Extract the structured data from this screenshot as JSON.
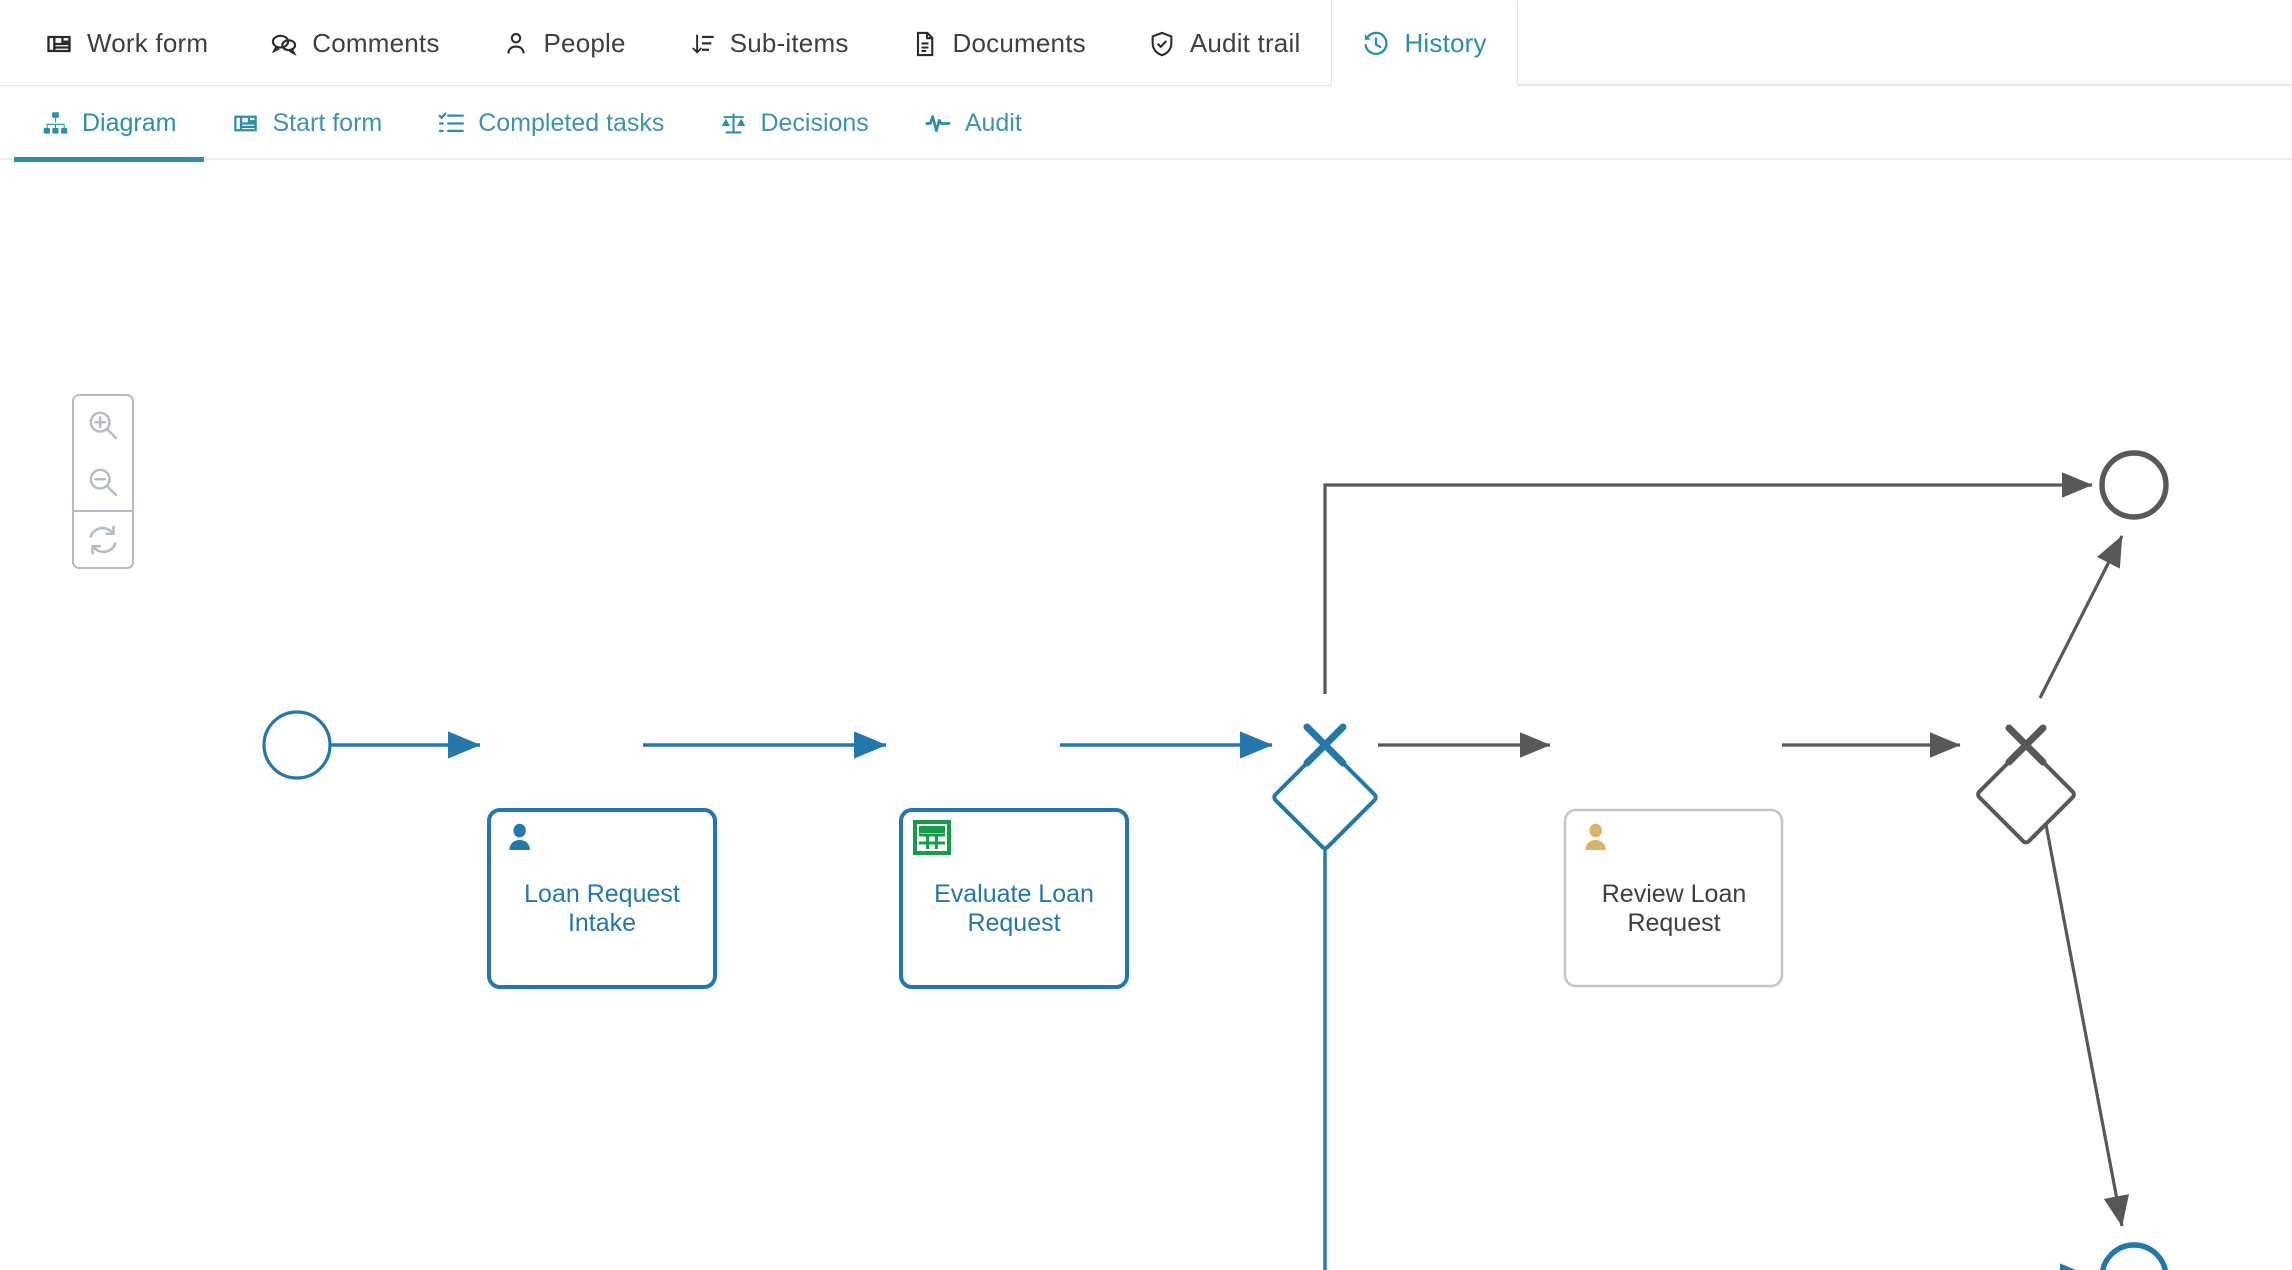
{
  "primary_tabs": [
    {
      "label": "Work form",
      "icon": "work-form-icon",
      "active": false
    },
    {
      "label": "Comments",
      "icon": "comments-icon",
      "active": false
    },
    {
      "label": "People",
      "icon": "people-icon",
      "active": false
    },
    {
      "label": "Sub-items",
      "icon": "sub-items-icon",
      "active": false
    },
    {
      "label": "Documents",
      "icon": "documents-icon",
      "active": false
    },
    {
      "label": "Audit trail",
      "icon": "shield-check-icon",
      "active": false
    },
    {
      "label": "History",
      "icon": "history-clock-icon",
      "active": true
    }
  ],
  "secondary_tabs": [
    {
      "label": "Diagram",
      "icon": "sitemap-icon",
      "active": true
    },
    {
      "label": "Start form",
      "icon": "form-icon",
      "active": false
    },
    {
      "label": "Completed tasks",
      "icon": "checklist-icon",
      "active": false
    },
    {
      "label": "Decisions",
      "icon": "scales-icon",
      "active": false
    },
    {
      "label": "Audit",
      "icon": "pulse-icon",
      "active": false
    }
  ],
  "canvas": {
    "zoom_controls": [
      {
        "name": "zoom-in-button",
        "icon": "magnifier-plus-icon"
      },
      {
        "name": "zoom-out-button",
        "icon": "magnifier-minus-icon"
      },
      {
        "name": "reset-view-button",
        "icon": "refresh-icon"
      }
    ]
  },
  "colors": {
    "accent_teal": "#2a8fa8",
    "active_blue": "#2277ad",
    "idle_gray": "#585858",
    "idle_border": "#c6c6c6",
    "rule_green": "#159c4a",
    "idle_user_tan": "#d9b464"
  },
  "diagram": {
    "type": "bpmn-process",
    "nodes": [
      {
        "id": "start",
        "kind": "start-event",
        "label": "",
        "state": "completed"
      },
      {
        "id": "intake",
        "kind": "user-task",
        "label": "Loan Request Intake",
        "state": "completed"
      },
      {
        "id": "evaluate",
        "kind": "business-rule-task",
        "label": "Evaluate Loan Request",
        "state": "completed"
      },
      {
        "id": "gw1",
        "kind": "exclusive-gateway",
        "label": "",
        "state": "completed"
      },
      {
        "id": "review",
        "kind": "user-task",
        "label": "Review Loan Request",
        "state": "not-executed"
      },
      {
        "id": "gw2",
        "kind": "exclusive-gateway",
        "label": "",
        "state": "not-executed"
      },
      {
        "id": "end_top",
        "kind": "end-event",
        "label": "",
        "state": "not-executed"
      },
      {
        "id": "end_bottom",
        "kind": "end-event",
        "label": "",
        "state": "completed"
      }
    ],
    "flows": [
      {
        "from": "start",
        "to": "intake",
        "state": "completed"
      },
      {
        "from": "intake",
        "to": "evaluate",
        "state": "completed"
      },
      {
        "from": "evaluate",
        "to": "gw1",
        "state": "completed"
      },
      {
        "from": "gw1",
        "to": "end_top",
        "state": "not-executed"
      },
      {
        "from": "gw1",
        "to": "review",
        "state": "not-executed"
      },
      {
        "from": "gw1",
        "to": "end_bottom",
        "state": "completed"
      },
      {
        "from": "review",
        "to": "gw2",
        "state": "not-executed"
      },
      {
        "from": "gw2",
        "to": "end_top",
        "state": "not-executed"
      },
      {
        "from": "gw2",
        "to": "end_bottom",
        "state": "not-executed"
      }
    ],
    "labels": {
      "intake_line1": "Loan Request",
      "intake_line2": "Intake",
      "evaluate_line1": "Evaluate Loan",
      "evaluate_line2": "Request",
      "review_line1": "Review Loan",
      "review_line2": "Request"
    }
  }
}
